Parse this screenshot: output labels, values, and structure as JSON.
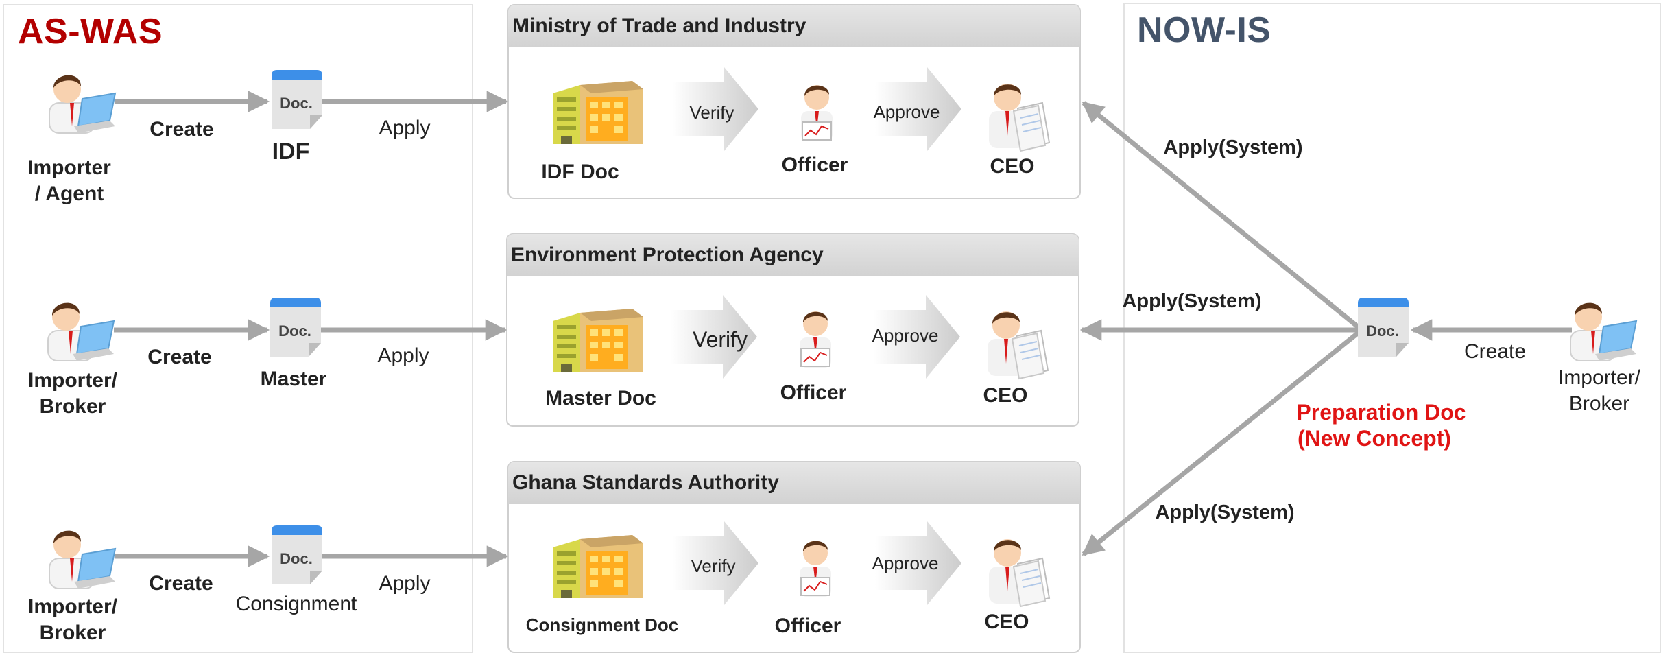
{
  "as_was": {
    "title": "AS-WAS",
    "rows": [
      {
        "actor": "Importer\n/ Agent",
        "create": "Create",
        "doc_icon_text": "Doc.",
        "doc_label": "IDF",
        "apply": "Apply"
      },
      {
        "actor": "Importer/\nBroker",
        "create": "Create",
        "doc_icon_text": "Doc.",
        "doc_label": "Master",
        "apply": "Apply"
      },
      {
        "actor": "Importer/\nBroker",
        "create": "Create",
        "doc_icon_text": "Doc.",
        "doc_label": "Consignment",
        "apply": "Apply"
      }
    ]
  },
  "agencies": [
    {
      "name": "Ministry of Trade and Industry",
      "doc": "IDF Doc",
      "verify": "Verify",
      "officer": "Officer",
      "approve": "Approve",
      "ceo": "CEO"
    },
    {
      "name": "Environment Protection Agency",
      "doc": "Master Doc",
      "verify": "Verify",
      "officer": "Officer",
      "approve": "Approve",
      "ceo": "CEO"
    },
    {
      "name": "Ghana Standards Authority",
      "doc": "Consignment Doc",
      "verify": "Verify",
      "officer": "Officer",
      "approve": "Approve",
      "ceo": "CEO"
    }
  ],
  "now_is": {
    "title": "NOW-IS",
    "apply_labels": [
      "Apply(System)",
      "Apply(System)",
      "Apply(System)"
    ],
    "doc_icon_text": "Doc.",
    "prep_doc_line1": "Preparation Doc",
    "prep_doc_line2": "(New Concept)",
    "create": "Create",
    "actor": "Importer/\nBroker"
  },
  "colors": {
    "as_was_title": "#b30000",
    "now_is_title": "#44546a",
    "arrow": "#a6a6a6",
    "doc_top": "#3d8fe8",
    "highlight": "#e01414"
  }
}
